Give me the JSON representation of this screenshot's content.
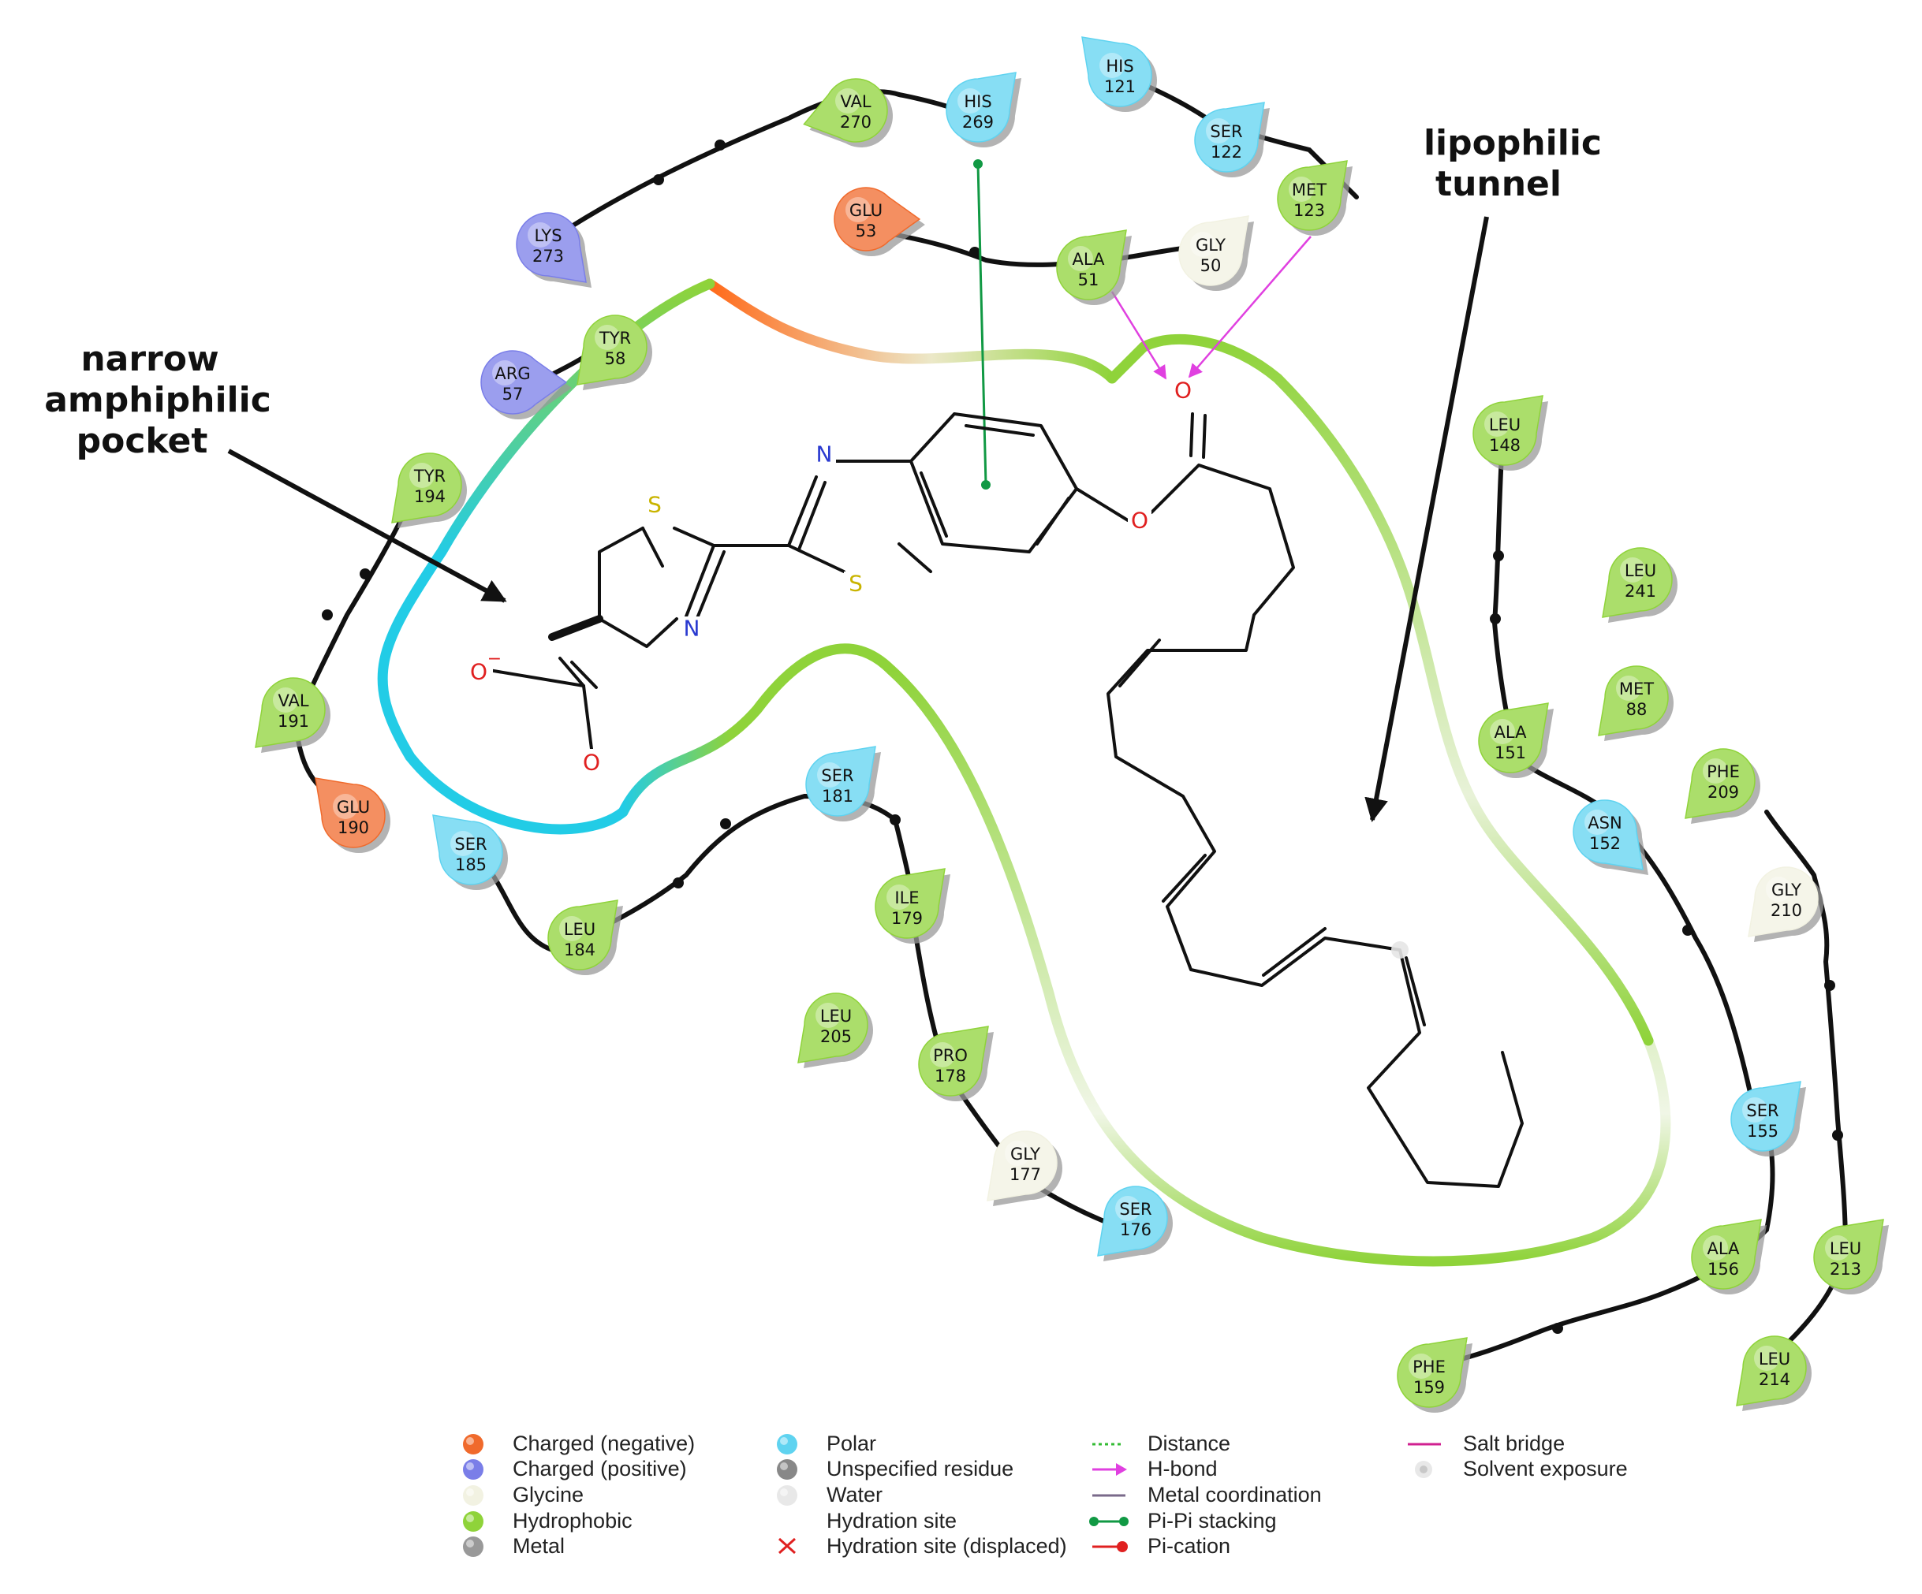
{
  "annotations": {
    "pocket": [
      "narrow",
      "amphiphilic",
      "pocket"
    ],
    "tunnel": [
      "lipophilic",
      "tunnel"
    ]
  },
  "colors": {
    "negative": "#f06a2c",
    "positive": "#7a7ee8",
    "glycine": "#f2f2e2",
    "hydrophobic": "#8fd33a",
    "polar": "#5fd3f0",
    "unspecified": "#888888",
    "water": "#e8e8e8",
    "metal": "#999999",
    "hbond": "#e040e0",
    "pipi": "#119944",
    "pication": "#e02020",
    "saltbridge": "#d02090",
    "distance": "#33bb33",
    "metalcoord": "#7a6a8a"
  },
  "residues": [
    {
      "name": "VAL",
      "num": "270",
      "cls": "hydrophobic"
    },
    {
      "name": "HIS",
      "num": "269",
      "cls": "polar"
    },
    {
      "name": "HIS",
      "num": "121",
      "cls": "polar"
    },
    {
      "name": "SER",
      "num": "122",
      "cls": "polar"
    },
    {
      "name": "MET",
      "num": "123",
      "cls": "hydrophobic"
    },
    {
      "name": "LYS",
      "num": "273",
      "cls": "positive"
    },
    {
      "name": "GLU",
      "num": "53",
      "cls": "negative"
    },
    {
      "name": "ALA",
      "num": "51",
      "cls": "hydrophobic"
    },
    {
      "name": "GLY",
      "num": "50",
      "cls": "glycine"
    },
    {
      "name": "TYR",
      "num": "58",
      "cls": "hydrophobic"
    },
    {
      "name": "ARG",
      "num": "57",
      "cls": "positive"
    },
    {
      "name": "TYR",
      "num": "194",
      "cls": "hydrophobic"
    },
    {
      "name": "VAL",
      "num": "191",
      "cls": "hydrophobic"
    },
    {
      "name": "GLU",
      "num": "190",
      "cls": "negative"
    },
    {
      "name": "SER",
      "num": "185",
      "cls": "polar"
    },
    {
      "name": "LEU",
      "num": "184",
      "cls": "hydrophobic"
    },
    {
      "name": "SER",
      "num": "181",
      "cls": "polar"
    },
    {
      "name": "ILE",
      "num": "179",
      "cls": "hydrophobic"
    },
    {
      "name": "LEU",
      "num": "205",
      "cls": "hydrophobic"
    },
    {
      "name": "PRO",
      "num": "178",
      "cls": "hydrophobic"
    },
    {
      "name": "GLY",
      "num": "177",
      "cls": "glycine"
    },
    {
      "name": "SER",
      "num": "176",
      "cls": "polar"
    },
    {
      "name": "LEU",
      "num": "148",
      "cls": "hydrophobic"
    },
    {
      "name": "LEU",
      "num": "241",
      "cls": "hydrophobic"
    },
    {
      "name": "MET",
      "num": "88",
      "cls": "hydrophobic"
    },
    {
      "name": "ALA",
      "num": "151",
      "cls": "hydrophobic"
    },
    {
      "name": "PHE",
      "num": "209",
      "cls": "hydrophobic"
    },
    {
      "name": "ASN",
      "num": "152",
      "cls": "polar"
    },
    {
      "name": "GLY",
      "num": "210",
      "cls": "glycine"
    },
    {
      "name": "SER",
      "num": "155",
      "cls": "polar"
    },
    {
      "name": "ALA",
      "num": "156",
      "cls": "hydrophobic"
    },
    {
      "name": "LEU",
      "num": "213",
      "cls": "hydrophobic"
    },
    {
      "name": "PHE",
      "num": "159",
      "cls": "hydrophobic"
    },
    {
      "name": "LEU",
      "num": "214",
      "cls": "hydrophobic"
    }
  ],
  "atoms": {
    "S1": "S",
    "S2": "S",
    "N1": "N",
    "N2": "N",
    "O_ester": "O",
    "O_carbonyl": "O",
    "O_minus": "O",
    "minus": "−",
    "O_acid": "O"
  },
  "legend": [
    {
      "label": "Charged (negative)",
      "symbol": "circle",
      "color": "negative"
    },
    {
      "label": "Charged (positive)",
      "symbol": "circle",
      "color": "positive"
    },
    {
      "label": "Glycine",
      "symbol": "circle",
      "color": "glycine"
    },
    {
      "label": "Hydrophobic",
      "symbol": "circle",
      "color": "hydrophobic"
    },
    {
      "label": "Metal",
      "symbol": "circle",
      "color": "metal"
    },
    {
      "label": "Polar",
      "symbol": "circle",
      "color": "polar"
    },
    {
      "label": "Unspecified residue",
      "symbol": "circle",
      "color": "unspecified"
    },
    {
      "label": "Water",
      "symbol": "circle",
      "color": "water"
    },
    {
      "label": "Hydration site",
      "symbol": "none",
      "color": "water"
    },
    {
      "label": "Hydration site (displaced)",
      "symbol": "cross",
      "color": "pication"
    },
    {
      "label": "Distance",
      "symbol": "dotted",
      "color": "distance"
    },
    {
      "label": "H-bond",
      "symbol": "arrow",
      "color": "hbond"
    },
    {
      "label": "Metal coordination",
      "symbol": "line",
      "color": "metalcoord"
    },
    {
      "label": "Pi-Pi stacking",
      "symbol": "dumbbell",
      "color": "pipi"
    },
    {
      "label": "Pi-cation",
      "symbol": "lollipop",
      "color": "pication"
    },
    {
      "label": "Salt bridge",
      "symbol": "line",
      "color": "saltbridge"
    },
    {
      "label": "Solvent exposure",
      "symbol": "halo",
      "color": "unspecified"
    }
  ]
}
